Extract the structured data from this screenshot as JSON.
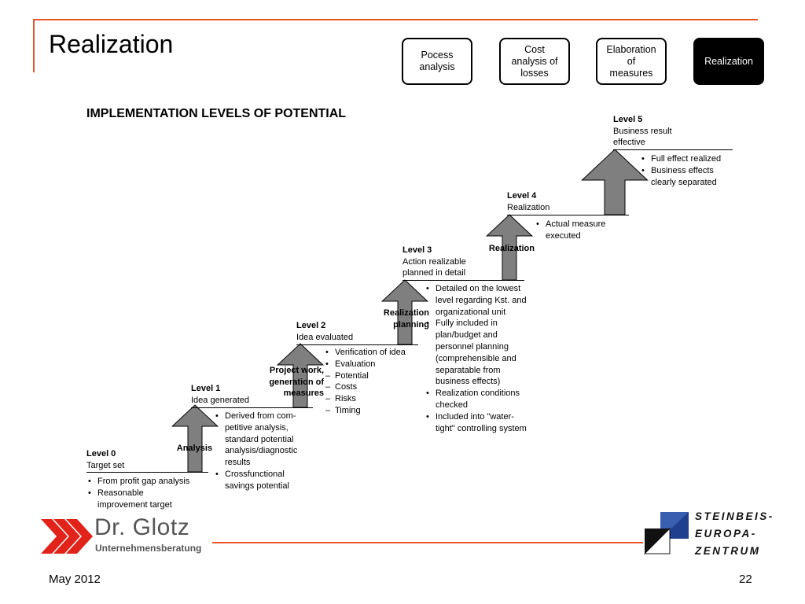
{
  "title": "Realization",
  "process_steps": [
    {
      "label": "Pocess\nanalysis",
      "active": false
    },
    {
      "label": "Cost\nanalysis of\nlosses",
      "active": false
    },
    {
      "label": "Elaboration\nof\nmeasures",
      "active": false
    },
    {
      "label": "Realization",
      "active": true
    }
  ],
  "heading": "IMPLEMENTATION LEVELS OF POTENTIAL",
  "levels": [
    {
      "name": "Level 0",
      "desc": "Target set",
      "items": [
        {
          "text": "From profit gap analysis",
          "kind": "bullet"
        },
        {
          "text": "Reasonable\nimprovement target",
          "kind": "bullet"
        }
      ]
    },
    {
      "name": "Level 1",
      "desc": "Idea generated",
      "items": [
        {
          "text": "Derived from com-\npetitive analysis,\nstandard potential\nanalysis/diagnostic\nresults",
          "kind": "bullet"
        },
        {
          "text": "Crossfunctional\nsavings potential",
          "kind": "bullet"
        }
      ]
    },
    {
      "name": "Level 2",
      "desc": "Idea evaluated",
      "items": [
        {
          "text": "Verification of idea",
          "kind": "bullet"
        },
        {
          "text": "Evaluation",
          "kind": "bullet"
        },
        {
          "text": "Potential",
          "kind": "dash"
        },
        {
          "text": "Costs",
          "kind": "dash"
        },
        {
          "text": "Risks",
          "kind": "dash"
        },
        {
          "text": "Timing",
          "kind": "dash"
        }
      ]
    },
    {
      "name": "Level 3",
      "desc": "Action realizable\nplanned in detail",
      "items": [
        {
          "text": "Detailed on the lowest\nlevel regarding Kst. and\norganizational unit",
          "kind": "bullet"
        },
        {
          "text": "Fully included in\nplan/budget and\npersonnel planning\n(comprehensible and\nseparatable from\nbusiness effects)",
          "kind": "bullet"
        },
        {
          "text": "Realization conditions\nchecked",
          "kind": "bullet"
        },
        {
          "text": "Included into \"water-\ntight\" controlling system",
          "kind": "bullet"
        }
      ]
    },
    {
      "name": "Level 4",
      "desc": "Realization",
      "items": [
        {
          "text": "Actual measure\nexecuted",
          "kind": "bullet"
        }
      ]
    },
    {
      "name": "Level 5",
      "desc": "Business result\neffective",
      "items": [
        {
          "text": "Full effect realized",
          "kind": "bullet"
        },
        {
          "text": "Business effects\nclearly separated",
          "kind": "bullet"
        }
      ]
    }
  ],
  "transitions": [
    {
      "label": "Analysis"
    },
    {
      "label": "Project work,\ngeneration of\nmeasures"
    },
    {
      "label": "Realization\nplanning"
    },
    {
      "label": "Realization"
    },
    {
      "label": ""
    }
  ],
  "colors": {
    "accent": "#e8552a",
    "arrow_fill": "#7f7f7f",
    "logo_red": "#e2231a",
    "logo_blue": "#1f3f8f"
  },
  "footer": {
    "date": "May 2012",
    "page": "22"
  },
  "logos": {
    "glotz_name": "Dr. Glotz",
    "glotz_sub": "Unternehmensberatung",
    "steinbeis": "STEINBEIS-\nEUROPA-\nZENTRUM"
  }
}
